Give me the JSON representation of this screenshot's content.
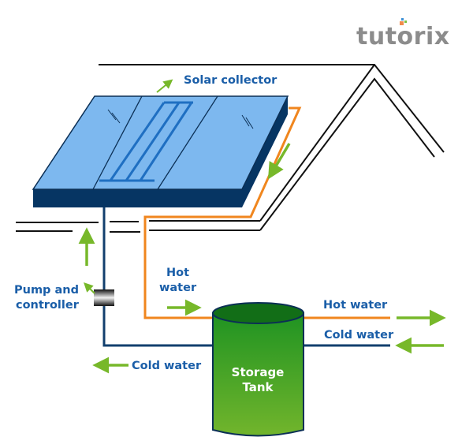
{
  "logo": {
    "text": "tutorix",
    "dot_colors": [
      "#3a8fd6",
      "#f08a4b",
      "#7cc142"
    ]
  },
  "labels": {
    "solar_collector": "Solar collector",
    "pump_line1": "Pump and",
    "pump_line2": "controller",
    "hot_water_in_line1": "Hot",
    "hot_water_in_line2": "water",
    "hot_water_out": "Hot water",
    "cold_water_in": "Cold water",
    "cold_water_out": "Cold water",
    "tank_line1": "Storage",
    "tank_line2": "Tank"
  },
  "colors": {
    "panel_top": "#7db8ef",
    "panel_side": "#063563",
    "panel_outline": "#0b2f55",
    "collector_tubes": "#1f6fc2",
    "hot_pipe": "#f0861e",
    "cold_pipe": "#123f6e",
    "arrow": "#77b82a",
    "roof": "#111111",
    "tank_top": "#126e17",
    "tank_body_top": "#1f9322",
    "tank_body_bottom": "#72b52c",
    "text": "#1a5ea8"
  }
}
